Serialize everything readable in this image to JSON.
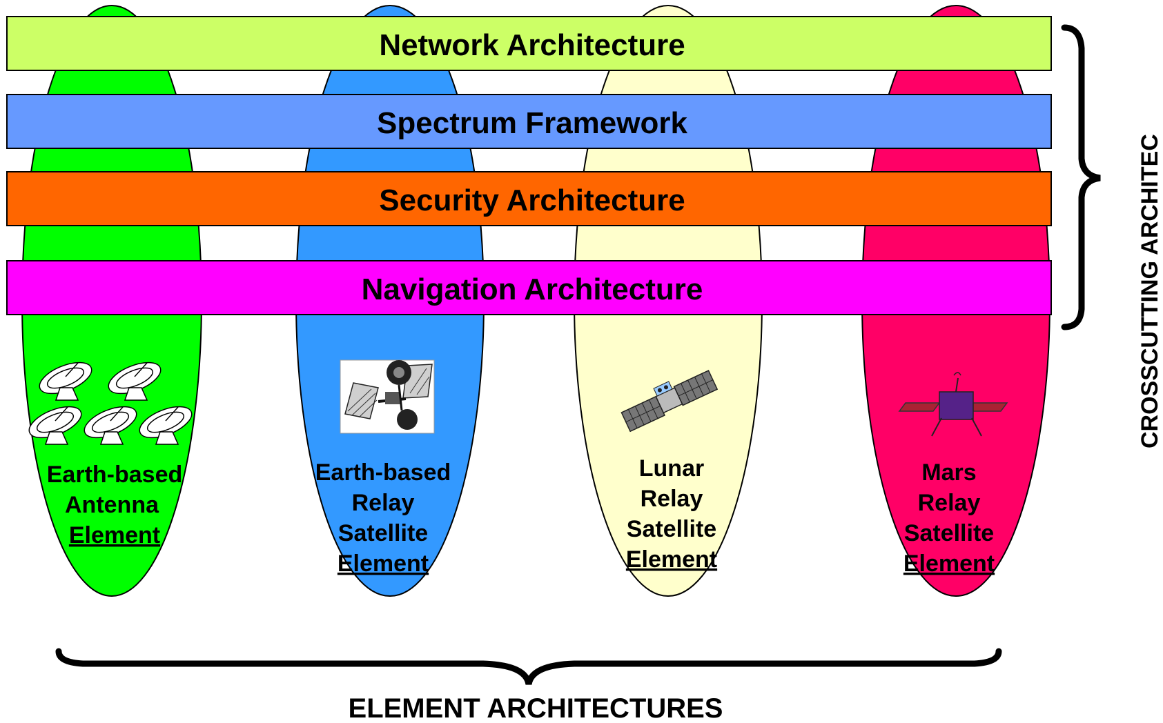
{
  "bands": [
    {
      "label": "Network Architecture",
      "color": "#ccff66"
    },
    {
      "label": "Spectrum Framework",
      "color": "#6699ff"
    },
    {
      "label": "Security Architecture",
      "color": "#ff6600"
    },
    {
      "label": "Navigation Architecture",
      "color": "#ff00ff"
    }
  ],
  "elements": [
    {
      "line1": "Earth-based",
      "line2": "Antenna",
      "line3": "",
      "element_word": "Element",
      "color": "#00ff00",
      "icon": "antenna-array-icon"
    },
    {
      "line1": "Earth-based",
      "line2": "Relay",
      "line3": "Satellite",
      "element_word": "Element",
      "color": "#3399ff",
      "icon": "relay-satellite-photo-icon"
    },
    {
      "line1": "Lunar",
      "line2": "Relay",
      "line3": "Satellite",
      "element_word": "Element",
      "color": "#ffffcc",
      "icon": "lunar-satellite-icon"
    },
    {
      "line1": "Mars",
      "line2": "Relay",
      "line3": "Satellite",
      "element_word": "Element",
      "color": "#ff0066",
      "icon": "mars-satellite-icon"
    }
  ],
  "bottom_label": "ELEMENT ARCHITECTURES",
  "side_label": "CROSSCUTTING ARCHITEC"
}
